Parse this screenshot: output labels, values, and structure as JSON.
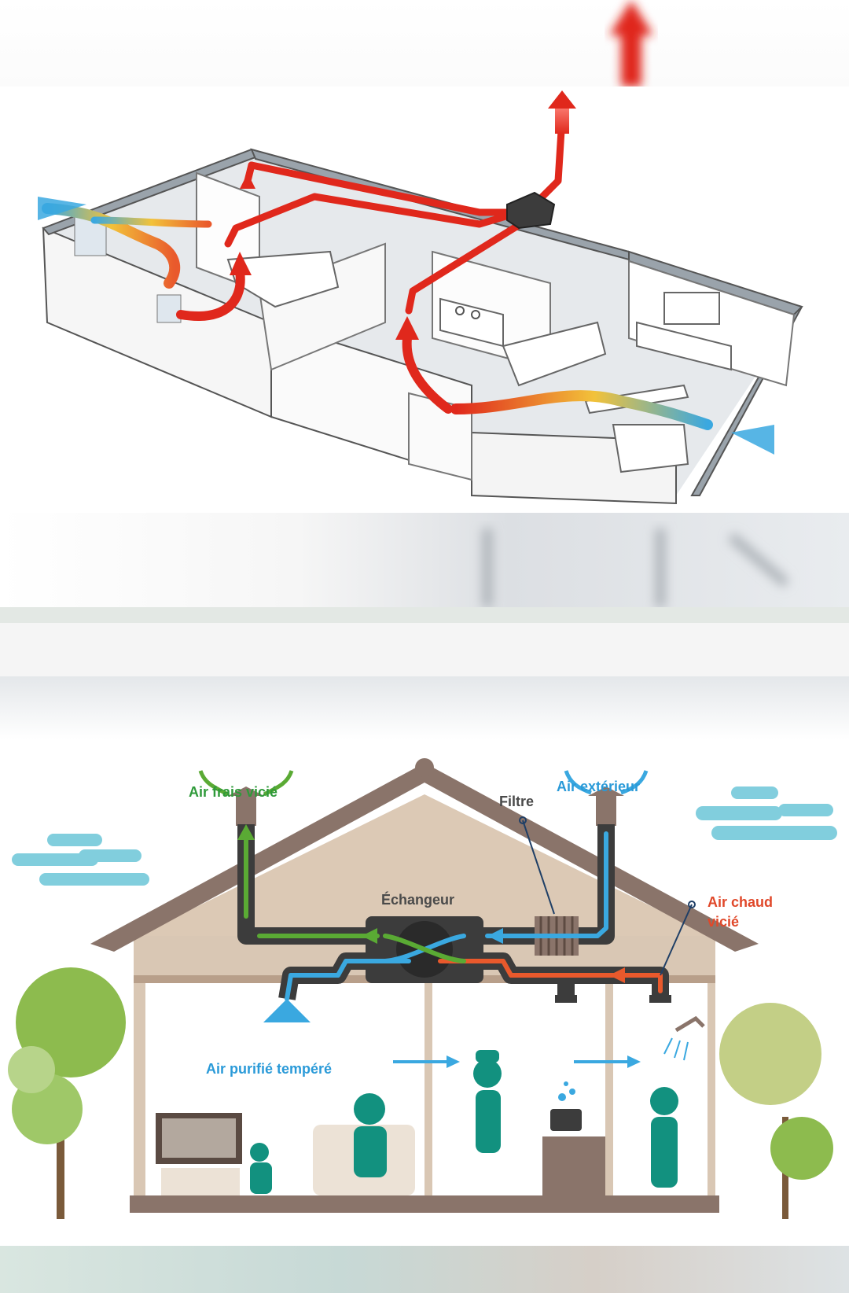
{
  "house": {
    "label_air_frais_vicie": "Air frais vicié",
    "label_filtre": "Filtre",
    "label_air_exterieur": "Air extérieur",
    "label_echangeur": "Échangeur",
    "label_air_chaud_vicie_line1": "Air chaud",
    "label_air_chaud_vicie_line2": "vicié",
    "label_air_purifie_tempere": "Air purifié tempéré"
  },
  "colors": {
    "exhaust_red": "#e0281c",
    "fresh_blue": "#3aa8e0",
    "stale_green": "#5aaa34",
    "warm_orange": "#e9592c",
    "duct_dark": "#3c3c3c",
    "roof_brown": "#8a746a",
    "wall_beige": "#d9c7b4",
    "person_teal": "#12917f",
    "tree_green": "#8dbb4e",
    "cloud_blue": "#6cc6d8",
    "label_green": "#2f9a3a",
    "label_blue": "#2a9ad8",
    "label_red": "#e0482a",
    "label_dark": "#4a4a4a"
  },
  "icons": [
    "exhaust-arrow-icon",
    "fresh-air-arrow-icon",
    "cloud-icon",
    "tree-icon",
    "tv-icon",
    "shower-icon",
    "cooking-pot-icon"
  ]
}
